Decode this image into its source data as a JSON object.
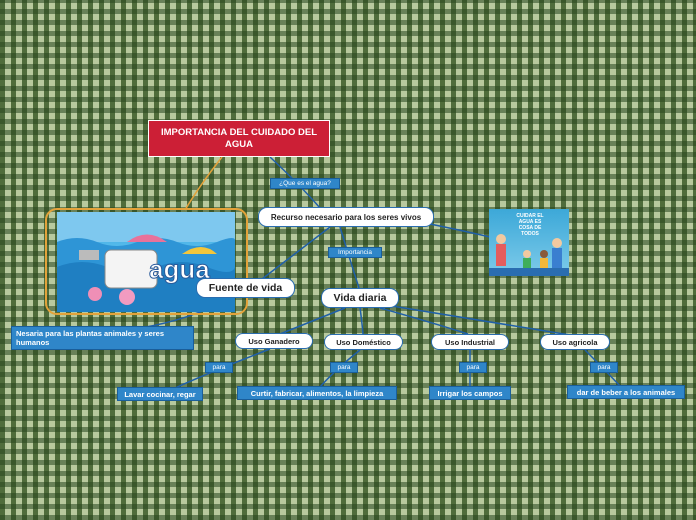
{
  "nodes": {
    "root": "IMPORTANCIA DEL CUIDADO DEL AGUA",
    "recurso": "Recurso necesario para los seres vivos",
    "fuente": "Fuente de vida",
    "vida": "Vida diaria",
    "ganadero": "Uso Ganadero",
    "domestico": "Uso Doméstico",
    "industrial": "Uso Industrial",
    "agricola": "Uso agricola",
    "plantas": "Nesaria para las plantas animales y seres humanos",
    "lavar": "Lavar cocinar, regar",
    "curtir": "Curtir, fabricar, alimentos, la limpieza",
    "irrigar": "Irrigar los campos",
    "beber": "dar de beber a los animales"
  },
  "tags": {
    "que": "¿Que es el agua?",
    "importancia": "Importancia",
    "para": "para"
  },
  "images": {
    "agua": "agua illustration",
    "agua_word": "agua",
    "book_text": "CUIDAR EL AGUA ES COSA DE TODOS"
  },
  "colors": {
    "root_bg": "#cc1f36",
    "node_border": "#2a6db0",
    "blue_node": "#2f86c9",
    "image_frame": "#e3a23a"
  }
}
